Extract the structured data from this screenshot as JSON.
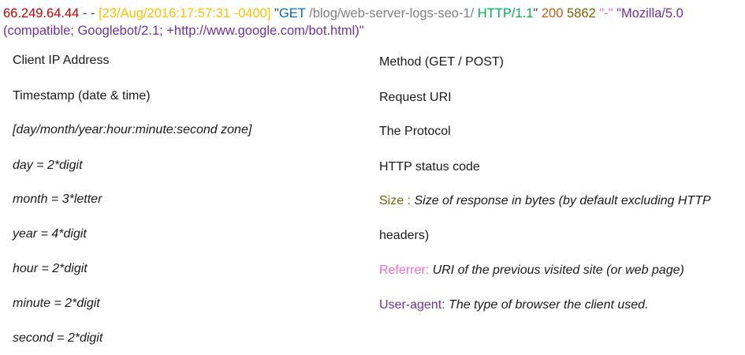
{
  "log": {
    "ip": "66.249.64.44",
    "dashes": " - - ",
    "timestamp": "[23/Aug/2016:17:57:31 -0400]",
    "q1": " \"",
    "method": "GET",
    "uri": " /blog/web-server-logs-seo-1/ ",
    "protocol": "HTTP/1.1",
    "q2": "\" ",
    "status": "200",
    "sp1": " ",
    "size": "5862",
    "sp2": " ",
    "referrer": "\"-\"",
    "sp3": " ",
    "ua_line1": "\"Mozilla/5.0",
    "ua_line2": "(compatible; Googlebot/2.1; +http://www.google.com/bot.html)\""
  },
  "left": {
    "client_ip": "Client IP Address",
    "timestamp": "Timestamp (date & time)",
    "format": "[day/month/year:hour:minute:second zone]",
    "day": "day = 2*digit",
    "month": "month = 3*letter",
    "year": "year = 4*digit",
    "hour": "hour = 2*digit",
    "minute": "minute = 2*digit",
    "second": "second = 2*digit"
  },
  "right": {
    "method": "Method (GET / POST)",
    "request_uri": "Request URI",
    "protocol": "The Protocol",
    "status": "HTTP status code",
    "size_label": "Size :",
    "size_desc": " Size of response in bytes (by default excluding HTTP",
    "size_desc2": "headers)",
    "referrer_label": "Referrer:",
    "referrer_desc": "  URI of the previous visited site (or web page)",
    "ua_label": "User-agent:",
    "ua_desc": " The type of browser the client used."
  },
  "colors": {
    "ip": "#c00000",
    "timestamp": "#ffc000",
    "method": "#0070c0",
    "uri": "#7f7f7f",
    "protocol": "#00b050",
    "status": "#c55a11",
    "size": "#7f6000",
    "referrer": "#ff66cc",
    "user_agent": "#7030a0"
  }
}
